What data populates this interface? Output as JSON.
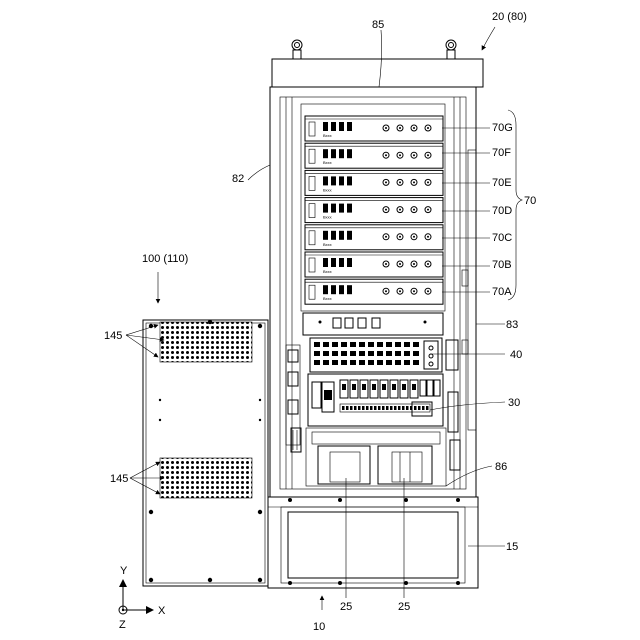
{
  "labels": {
    "cabinet_id": "20 (80)",
    "top_frame": "85",
    "left_post": "82",
    "right_post": "83",
    "modules_group": "70",
    "module_g": "70G",
    "module_f": "70F",
    "module_e": "70E",
    "module_d": "70D",
    "module_c": "70C",
    "module_b": "70B",
    "module_a": "70A",
    "control_unit": "40",
    "breaker_panel": "30",
    "bracket": "86",
    "base_cover": "15",
    "compartment_left": "25",
    "compartment_right": "25",
    "base": "10",
    "door_id": "100 (110)",
    "vents_top": "145",
    "vents_bottom": "145"
  },
  "axes": {
    "y": "Y",
    "x": "X",
    "z": "Z"
  },
  "module_brand": "Bxxx"
}
